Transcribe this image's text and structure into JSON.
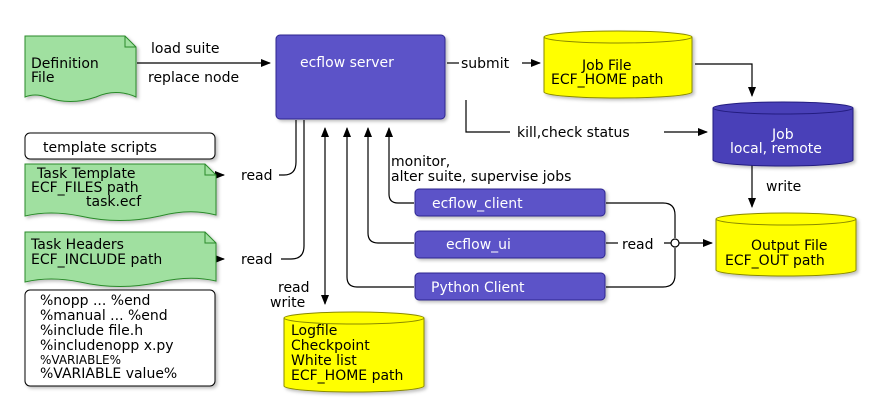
{
  "colors": {
    "note_green": "#a0e0a0",
    "server_blue": "#5b52c8",
    "db_yellow": "#ffff00",
    "db_blue": "#4a41b8",
    "client_blue": "#5b52c8"
  },
  "nodes": {
    "definition_file": [
      "Definition",
      "File"
    ],
    "ecflow_server": "ecflow server",
    "job_file": [
      "Job File",
      "ECF_HOME path"
    ],
    "job": [
      "Job",
      "local, remote"
    ],
    "template_scripts": "template scripts",
    "task_template": [
      "Task Template",
      "ECF_FILES path",
      "task.ecf"
    ],
    "task_headers": [
      "Task Headers",
      "ECF_INCLUDE path"
    ],
    "directives": [
      "%nopp ... %end",
      "%manual ... %end",
      "%include file.h",
      "%includenopp x.py",
      "%VARIABLE%",
      "%VARIABLE value%"
    ],
    "ecflow_client": "ecflow_client",
    "ecflow_ui": "ecflow_ui",
    "python_client": "Python Client",
    "output_file": [
      "Output File",
      "ECF_OUT path"
    ],
    "logfile_store": [
      "Logfile",
      "Checkpoint",
      "White list",
      "ECF_HOME path"
    ]
  },
  "edges": {
    "load_suite": "load suite",
    "replace_node": "replace node",
    "submit": "submit",
    "kill_check_status": "kill,check status",
    "write": "write",
    "read_template": "read",
    "read_headers": "read",
    "monitor": [
      "monitor,",
      "alter suite, supervise jobs"
    ],
    "read_output": "read",
    "read_write": [
      "read",
      "write"
    ]
  }
}
